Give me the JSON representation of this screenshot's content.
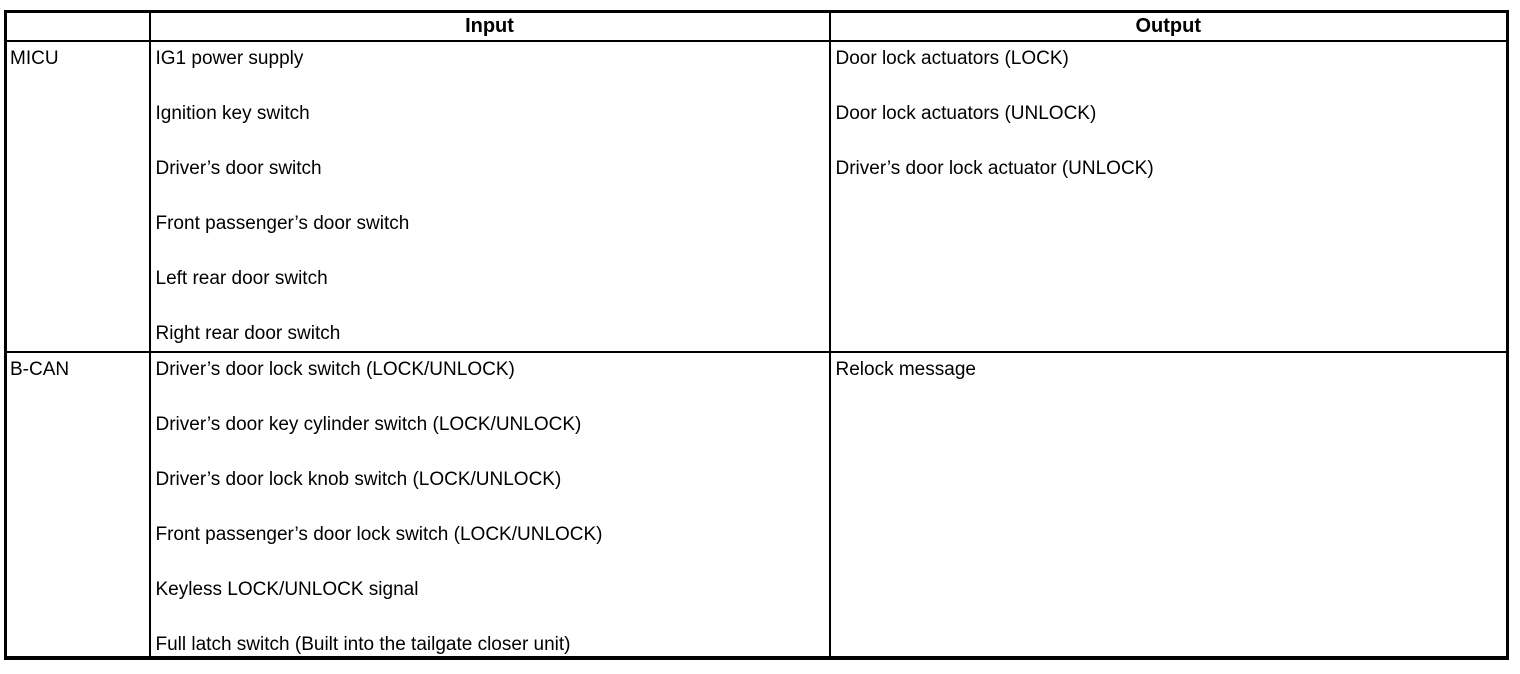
{
  "table": {
    "header": {
      "corner": "",
      "input": "Input",
      "output": "Output"
    },
    "rows": [
      {
        "label": "MICU",
        "inputs": [
          "IG1 power supply",
          "Ignition key switch",
          "Driver’s door switch",
          "Front passenger’s door switch",
          "Left rear door switch",
          "Right rear door switch"
        ],
        "outputs": [
          "Door lock actuators (LOCK)",
          "Door lock actuators (UNLOCK)",
          "Driver’s door lock actuator (UNLOCK)"
        ]
      },
      {
        "label": "B-CAN",
        "inputs": [
          "Driver’s door lock switch (LOCK/UNLOCK)",
          "Driver’s door key cylinder switch (LOCK/UNLOCK)",
          "Driver’s door lock knob switch (LOCK/UNLOCK)",
          "Front passenger’s door lock switch (LOCK/UNLOCK)",
          "Keyless LOCK/UNLOCK signal",
          "Full latch switch (Built into the tailgate closer unit)"
        ],
        "outputs": [
          "Relock message"
        ]
      }
    ]
  }
}
